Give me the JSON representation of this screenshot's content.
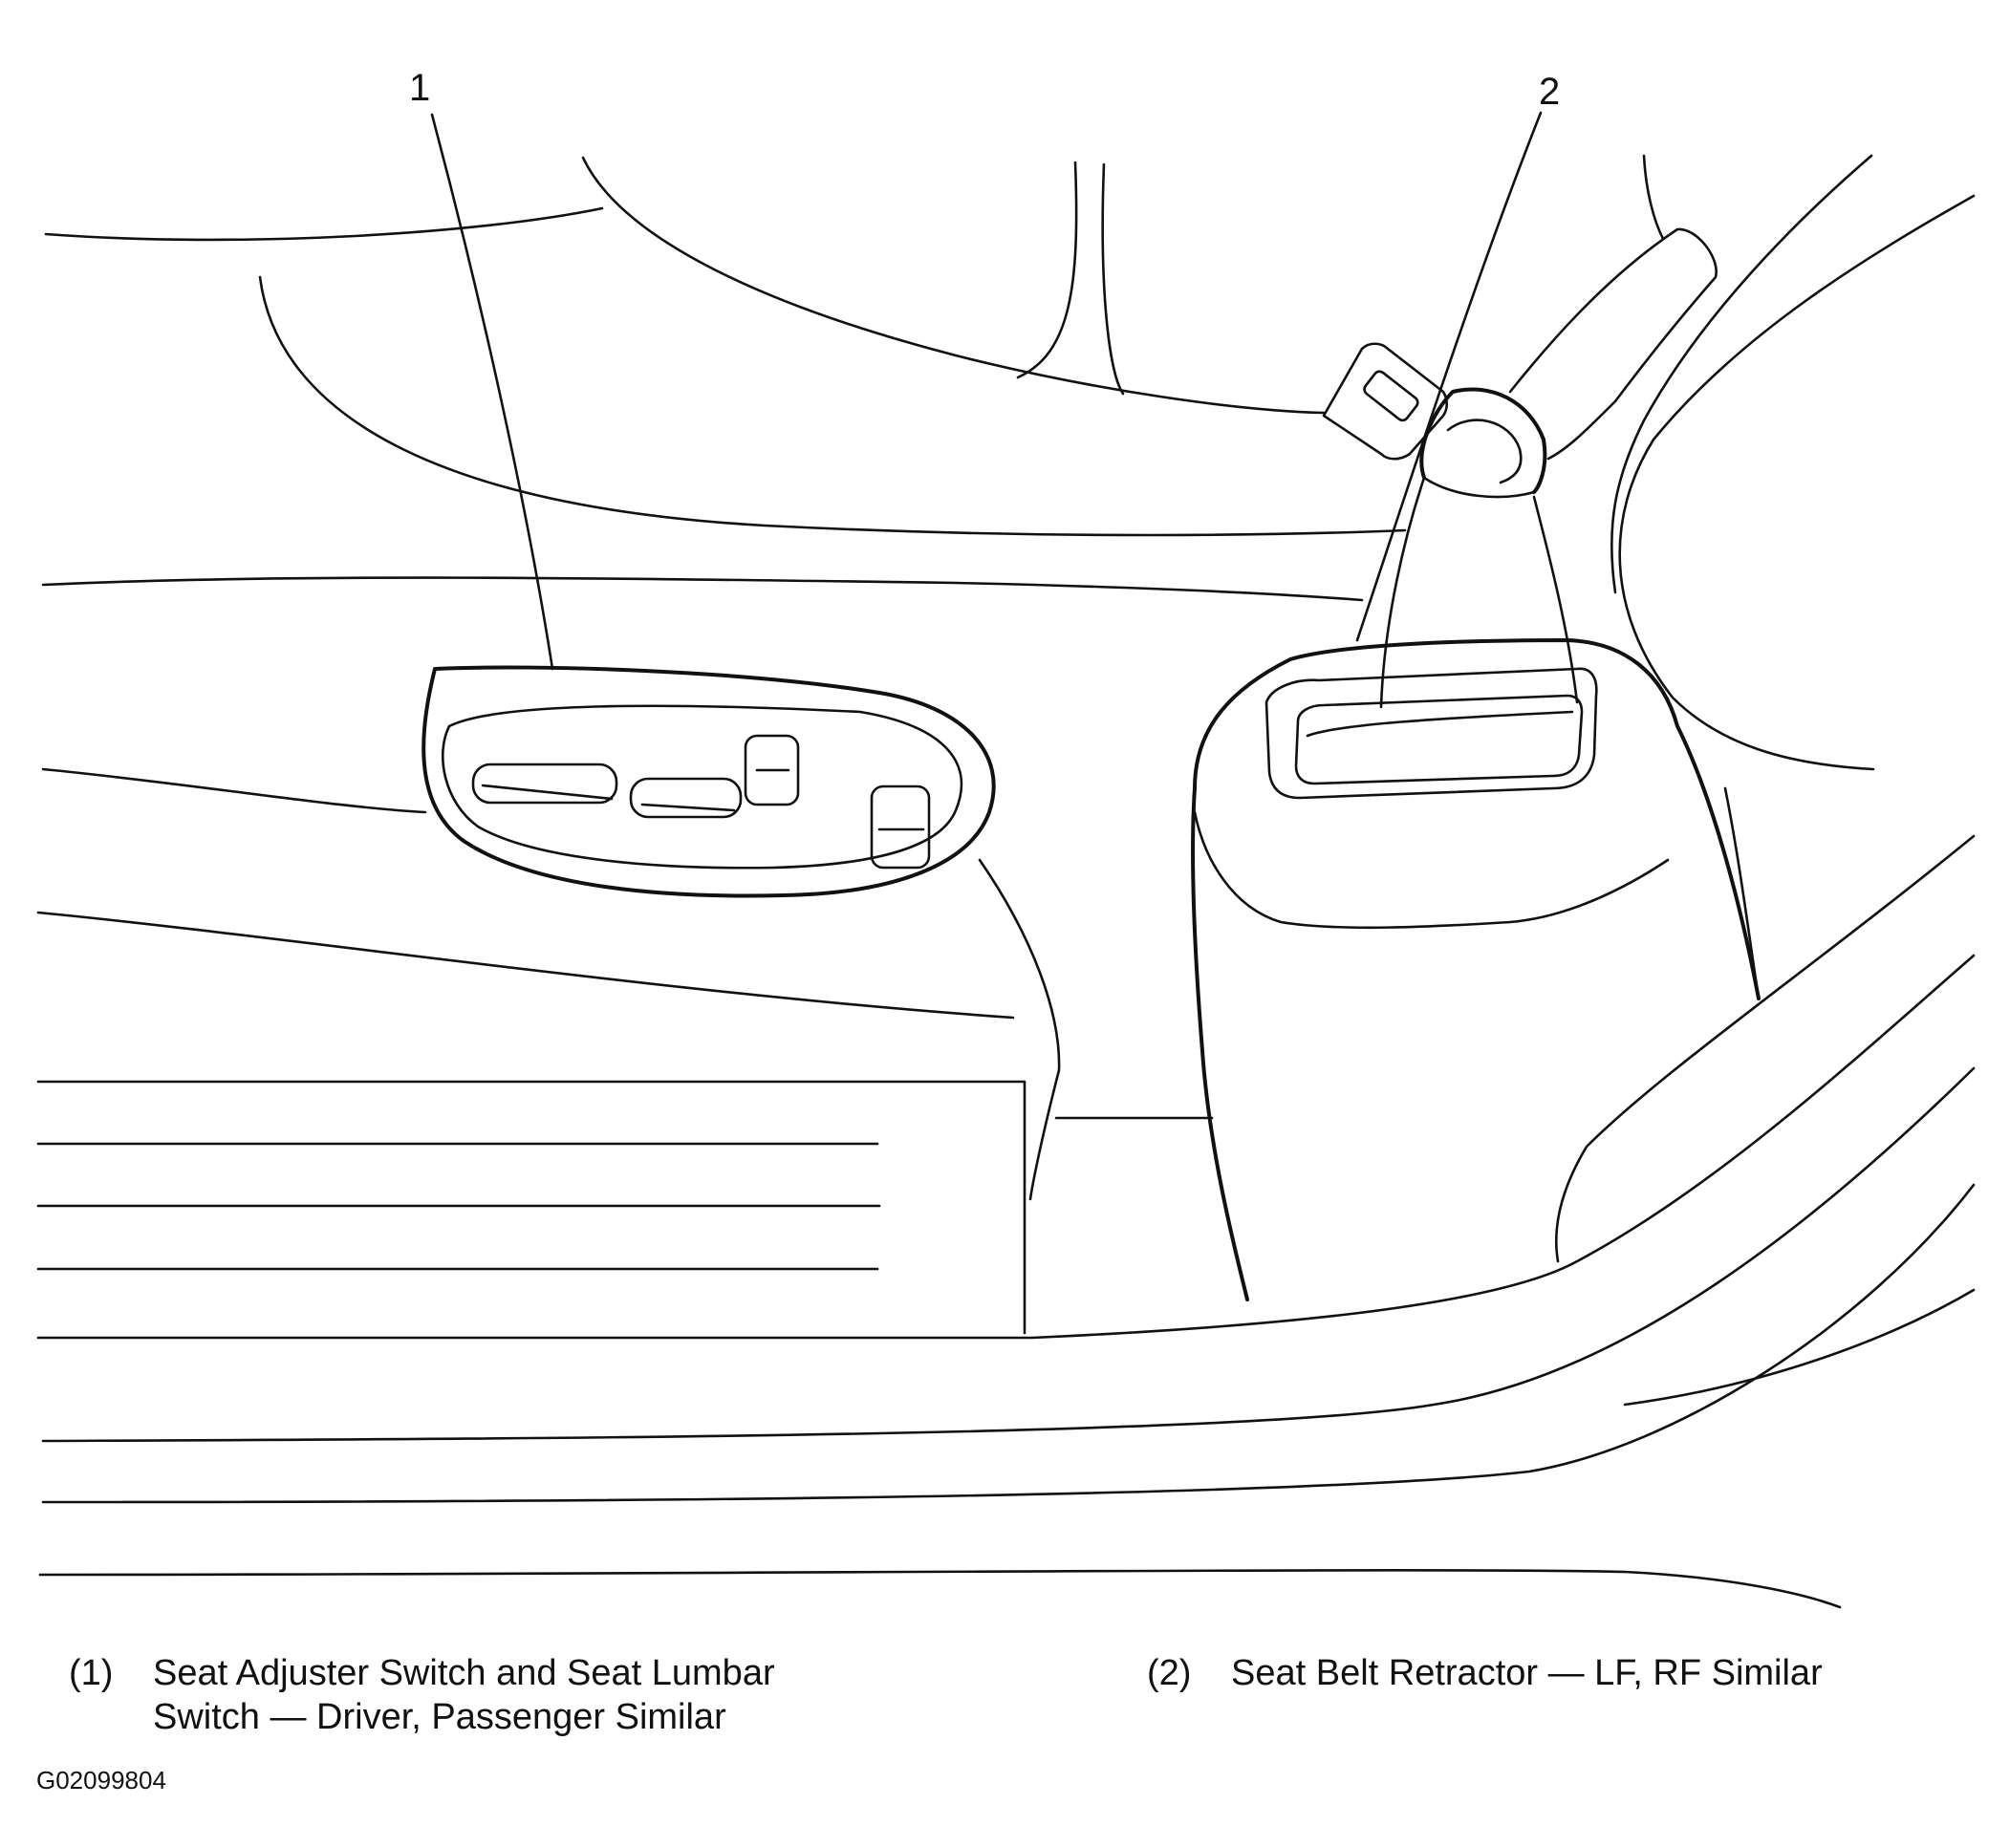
{
  "callouts": [
    {
      "number": "1"
    },
    {
      "number": "2"
    }
  ],
  "legend": [
    {
      "number": "(1)",
      "lines": [
        "Seat Adjuster Switch and Seat Lumbar",
        "Switch — Driver, Passenger Similar"
      ]
    },
    {
      "number": "(2)",
      "lines": [
        "Seat Belt Retractor — LF, RF Similar"
      ]
    }
  ],
  "figure_id": "G02099804",
  "colors": {
    "line": "#111111",
    "background": "#ffffff"
  }
}
